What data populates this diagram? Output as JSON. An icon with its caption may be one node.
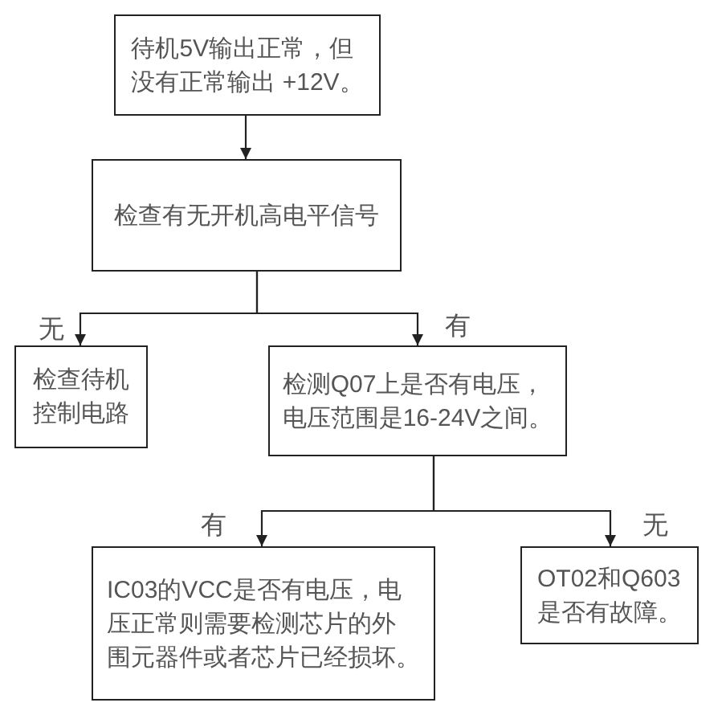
{
  "diagram": {
    "nodes": [
      {
        "text": [
          "待机5V输出正常，但没有正常输出 +12V。"
        ]
      },
      {
        "text": [
          "检查有无开机高电平信号"
        ]
      },
      {
        "text": [
          "检查待机控制电路"
        ]
      },
      {
        "text": [
          "检测Q07上是否有电压，电压范围是16-24V之间。"
        ]
      },
      {
        "text": [
          "IC03的VCC是否有电压，电压正常则需要检测芯片的外围元器件或者芯片已经损坏。"
        ]
      },
      {
        "text": [
          "OT02和Q603是否有故障。"
        ]
      }
    ],
    "edges": [
      {
        "from": 0,
        "to": 1,
        "arrow": "to"
      },
      {
        "from": 1,
        "to": 2,
        "arrow": "to",
        "label": "无"
      },
      {
        "from": 1,
        "to": 3,
        "arrow": "to",
        "label": "有"
      },
      {
        "from": 3,
        "to": 4,
        "arrow": "to",
        "label": "有"
      },
      {
        "from": 3,
        "to": 5,
        "arrow": "to",
        "label": "无"
      }
    ]
  }
}
